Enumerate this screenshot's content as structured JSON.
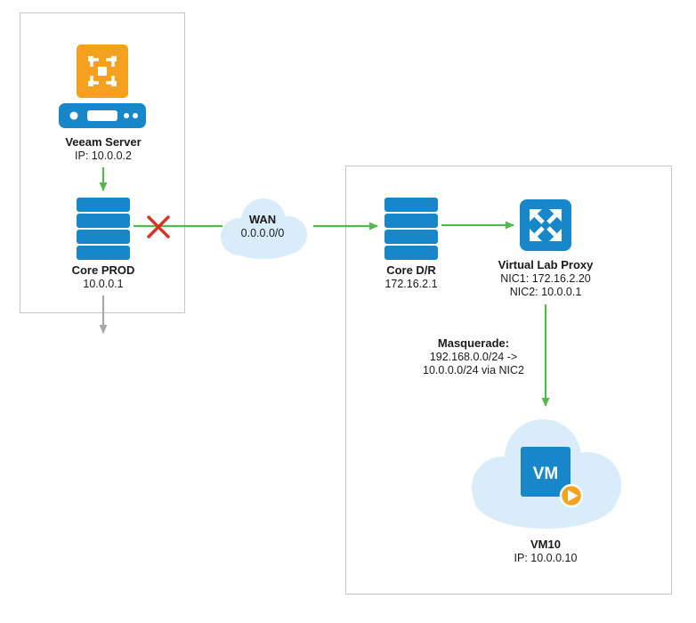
{
  "colors": {
    "icon_blue": "#1787c9",
    "icon_orange": "#f5a01e",
    "arrow_green": "#53b94c",
    "arrow_gray": "#a8a8a8",
    "blocked_red": "#d93025",
    "cloud_blue": "#d8edf9",
    "box_border": "#c6c6c6"
  },
  "prod_site": {
    "veeam_server": {
      "name": "Veeam Server",
      "ip": "IP: 10.0.0.2"
    },
    "core_prod": {
      "name": "Core PROD",
      "ip": "10.0.0.1"
    }
  },
  "wan_cloud": {
    "name": "WAN",
    "subnet": "0.0.0.0/0"
  },
  "dr_site": {
    "core_dr": {
      "name": "Core D/R",
      "ip": "172.16.2.1"
    },
    "virtual_lab_proxy": {
      "name": "Virtual Lab Proxy",
      "nic1": "NIC1: 172.16.2.20",
      "nic2": "NIC2: 10.0.0.1"
    },
    "masquerade": {
      "title": "Masquerade:",
      "rule_line1": "192.168.0.0/24 ->",
      "rule_line2": "10.0.0.0/24 via NIC2"
    },
    "vm": {
      "icon_label": "VM",
      "name": "VM10",
      "ip": "IP: 10.0.0.10"
    }
  }
}
